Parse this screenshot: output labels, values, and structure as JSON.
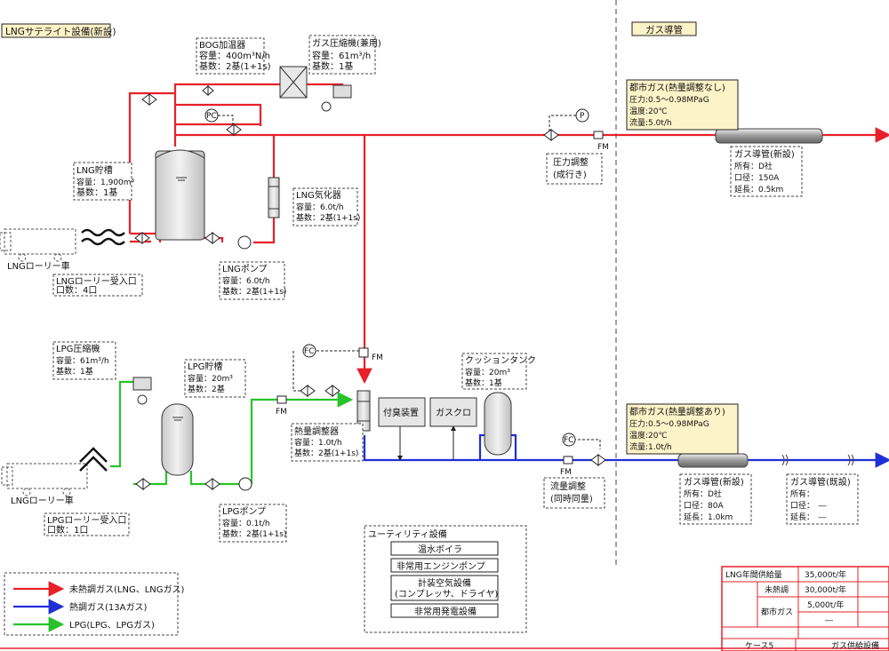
{
  "sections": {
    "lng_satellite": "LNGサテライト設備(新設)",
    "gas_pipeline": "ガス導管"
  },
  "equipment": {
    "bog_heater": {
      "name": "BOG加温器",
      "capacity": "容量：400m³N/h",
      "count": "基数：2基(1+1s)"
    },
    "gas_mixer": {
      "name": "ガス圧縮機(兼用)",
      "capacity": "容量：61m³/h",
      "count": "基数：1基"
    },
    "lng_tank": {
      "name": "LNG貯槽",
      "capacity": "容量：1,900m³",
      "count": "基数：1基"
    },
    "lng_vaporizer": {
      "name": "LNG気化器",
      "capacity": "容量：6.0t/h",
      "count": "基数：2基(1+1s)"
    },
    "lng_lorry": {
      "name": "LNGローリー車"
    },
    "lng_lorry_inlet": {
      "name": "LNGローリー受入口",
      "count": "口数：4口"
    },
    "lng_pump": {
      "name": "LNGポンプ",
      "capacity": "容量：6.0t/h",
      "count": "基数：2基(1+1s)"
    },
    "lpg_compressor": {
      "name": "LPG圧縮機",
      "capacity": "容量：61m³/h",
      "count": "基数：1基"
    },
    "lpg_tank": {
      "name": "LPG貯槽",
      "capacity": "容量：20m³",
      "count": "基数：2基"
    },
    "calorie_adjuster": {
      "name": "熱量調整器",
      "capacity": "容量：1.0t/h",
      "count": "基数：2基(1+1s)"
    },
    "odorizer": {
      "name": "付臭装置"
    },
    "gas_chromatograph": {
      "name": "ガスクロ"
    },
    "cushion_tank": {
      "name": "クッションタンク",
      "capacity": "容量：20m³",
      "count": "基数：1基"
    },
    "lpg_lorry": {
      "name": "LNGローリー車"
    },
    "lpg_lorry_inlet": {
      "name": "LPGローリー受入口",
      "count": "口数：1口"
    },
    "lpg_pump": {
      "name": "LPGポンプ",
      "capacity": "容量：0.1t/h",
      "count": "基数：2基(1+1s)"
    }
  },
  "control": {
    "pressure_reg_upper": {
      "line1": "圧力調整",
      "line2": "(成行き)"
    },
    "flow_reg_lower": {
      "line1": "流量調整",
      "line2": "(同時同量)"
    }
  },
  "instruments": {
    "pc": "PC",
    "p": "P",
    "fc": "FC",
    "fm": "FM"
  },
  "city_gas": {
    "upper": {
      "title": "都市ガス(熱量調整なし)",
      "pressure": "圧力:0.5～0.98MPaG",
      "temp": "温度:20℃",
      "flow": "流量:5.0t/h"
    },
    "lower": {
      "title": "都市ガス(熱量調整あり)",
      "pressure": "圧力:0.5～0.98MPaG",
      "temp": "温度:20℃",
      "flow": "流量:1.0t/h"
    }
  },
  "pipes": {
    "upper_new": {
      "title": "ガス導管(新設)",
      "owner": "所有：D社",
      "diameter": "口径：150A",
      "length": "延長：0.5km"
    },
    "lower_new": {
      "title": "ガス導管(新設)",
      "owner": "所有：D社",
      "diameter": "口径：80A",
      "length": "延長：1.0km"
    },
    "lower_existing": {
      "title": "ガス導管(既設)",
      "owner": "所有：",
      "diameter": "口径：　―",
      "length": "延長：　―"
    }
  },
  "utilities": {
    "title": "ユーティリティ設備",
    "items": [
      "温水ボイラ",
      "非常用エンジンポンプ",
      "計装空気設備",
      "(コンプレッサ、ドライヤ)",
      "非常用発電設備"
    ]
  },
  "legend": {
    "items": [
      {
        "label": "未熱調ガス(LNG、LNGガス)",
        "color": "#e8202a"
      },
      {
        "label": "熱調ガス(13Aガス)",
        "color": "#1f2fd6"
      },
      {
        "label": "LPG(LPG、LPGガス)",
        "color": "#29c22a"
      }
    ]
  },
  "summary": {
    "row1_label": "LNG年間供給量",
    "row1_value": "35,000t/年",
    "row2_label": "未熱調",
    "row2_value": "30,000t/年",
    "row3_group": "都市ガス",
    "row3_value": "5,000t/年",
    "row4_value": "―",
    "case": "ケース5",
    "title": "ガス供給設備"
  },
  "colors": {
    "red": "#e8202a",
    "blue": "#1f2fd6",
    "green": "#29c22a",
    "note_bg": "#fdf3c8"
  }
}
